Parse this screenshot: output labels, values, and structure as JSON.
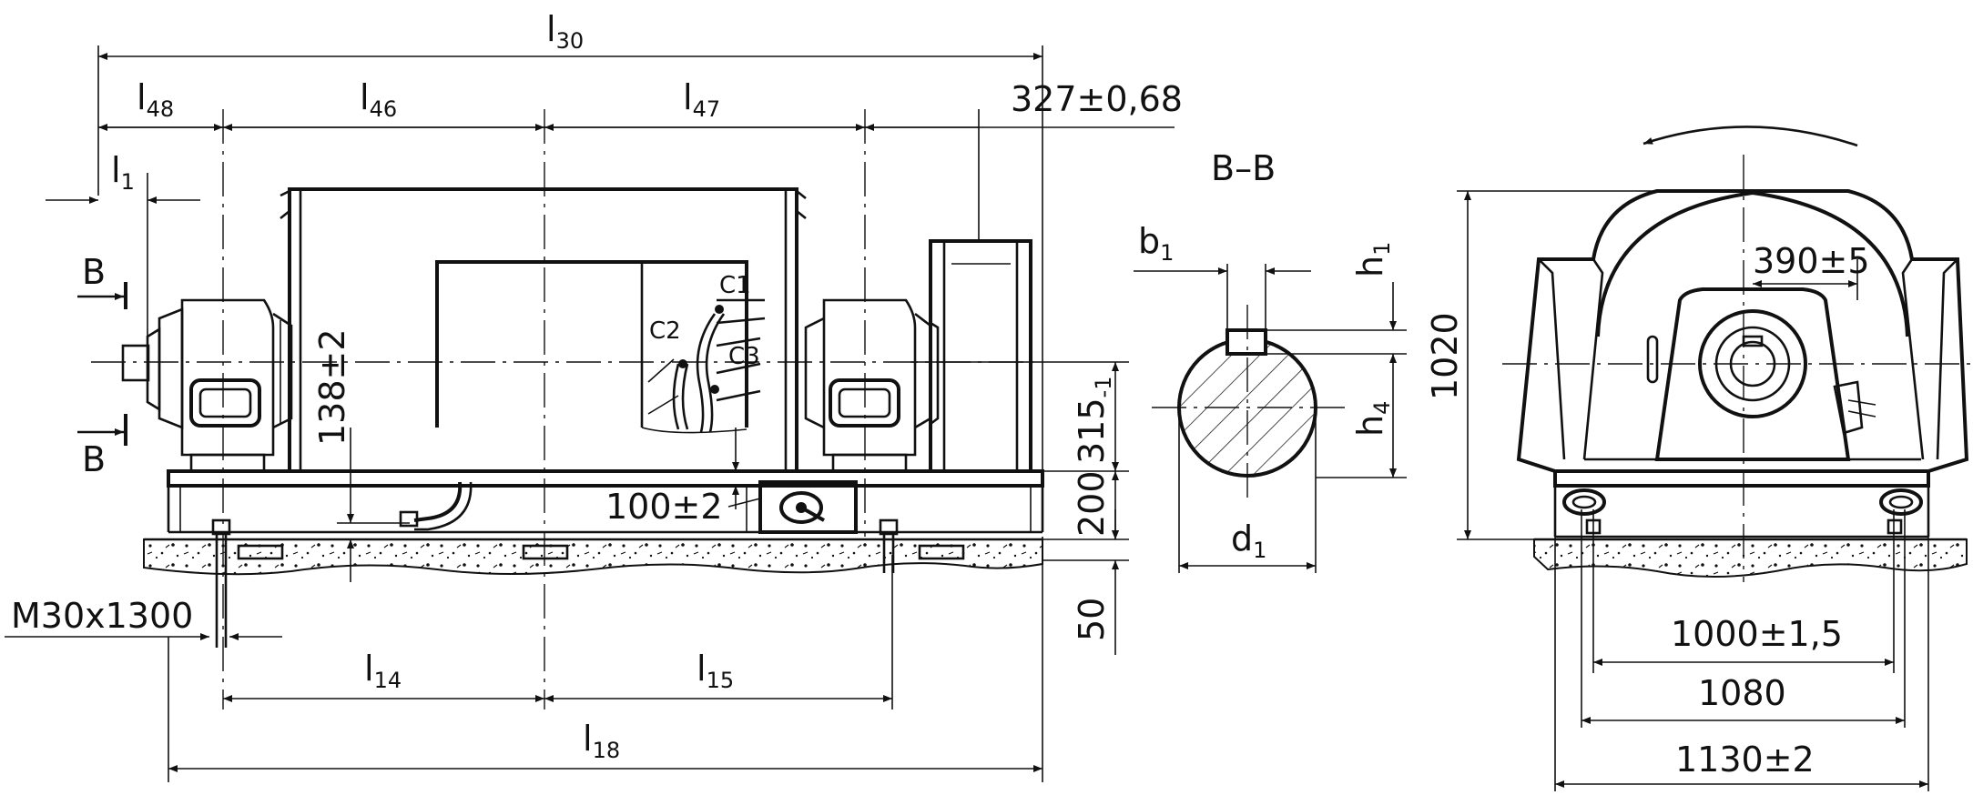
{
  "side_view": {
    "dim_l30": {
      "base": "l",
      "sub": "30"
    },
    "dim_l48": {
      "base": "l",
      "sub": "48"
    },
    "dim_l46": {
      "base": "l",
      "sub": "46"
    },
    "dim_l47": {
      "base": "l",
      "sub": "47"
    },
    "dim_327": "327±0,68",
    "dim_l1": {
      "base": "l",
      "sub": "1"
    },
    "section_mark_top": "B",
    "section_mark_bottom": "B",
    "dim_138": "138±2",
    "dim_315": {
      "base": "315",
      "sub": "-1"
    },
    "dim_200": "200",
    "dim_100": "100±2",
    "dim_50": "50",
    "bolt_spec": "M30x1300",
    "dim_l14": {
      "base": "l",
      "sub": "14"
    },
    "dim_l15": {
      "base": "l",
      "sub": "15"
    },
    "dim_l18": {
      "base": "l",
      "sub": "18"
    },
    "label_c1": "C1",
    "label_c2": "C2",
    "label_c3": "C3"
  },
  "section_view": {
    "title": "B–B",
    "dim_b1": {
      "base": "b",
      "sub": "1"
    },
    "dim_h1": {
      "base": "h",
      "sub": "1"
    },
    "dim_h4": {
      "base": "h",
      "sub": "4"
    },
    "dim_d1": {
      "base": "d",
      "sub": "1"
    }
  },
  "end_view": {
    "dim_1020": "1020",
    "dim_390": "390±5",
    "dim_1000": "1000±1,5",
    "dim_1080": "1080",
    "dim_1130": "1130±2"
  }
}
